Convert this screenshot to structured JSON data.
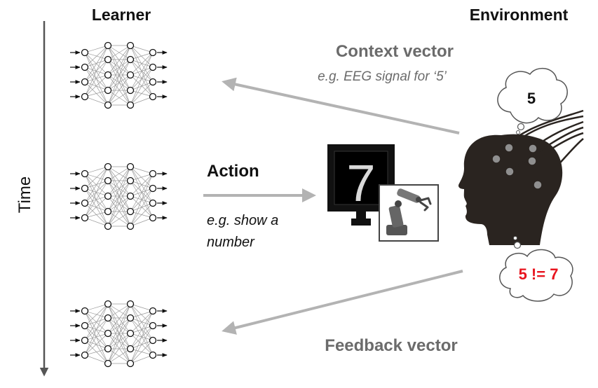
{
  "headers": {
    "learner": "Learner",
    "environment": "Environment",
    "time_axis": "Time"
  },
  "arrows": {
    "context": {
      "title": "Context vector",
      "example": "e.g. EEG signal for ‘5’"
    },
    "action": {
      "title": "Action",
      "example_line1": "e.g. show a",
      "example_line2": "number"
    },
    "feedback": {
      "title": "Feedback vector"
    }
  },
  "screen": {
    "digit": "7"
  },
  "thoughts": {
    "top": "5",
    "bottom": "5 != 7"
  },
  "colors": {
    "text": "#111111",
    "muted": "#6b6b6b",
    "arrow": "#b3b3b3",
    "time_axis": "#555555",
    "head": "#2a2420",
    "electrode": "#8f8f8f",
    "error_text": "#e8141e"
  },
  "icons": [
    "neural-network-icon",
    "monitor-icon",
    "robot-arm-icon",
    "head-icon",
    "eeg-electrode-icon",
    "thought-cloud-icon"
  ]
}
